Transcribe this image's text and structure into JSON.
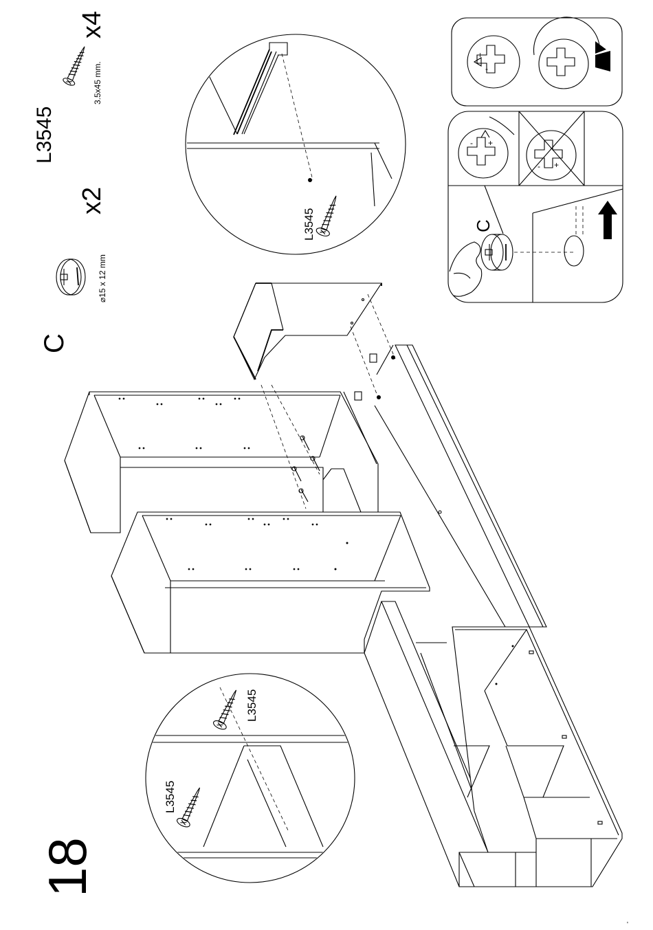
{
  "step": {
    "number": "18"
  },
  "parts": {
    "group_label": "C",
    "cam_lock": {
      "count": "x2",
      "size": "⌀15 x 12 mm",
      "icon": "cam-lock-fitting-icon"
    },
    "screw": {
      "code": "L3545",
      "count": "x4",
      "size": "3.5x45 mm.",
      "icon": "screw-icon"
    }
  },
  "detail_labels": {
    "top_circle_screw": "L3545",
    "bottom_circle_screw_a": "L3545",
    "bottom_circle_screw_b": "L3545",
    "cam_detail_letter": "C"
  },
  "icons": {
    "rotation": "cam-rotate-clockwise-icon",
    "wrong": "incorrect-orientation-cross-icon",
    "push": "push-direction-arrow-icon",
    "screwdriver": "screwdriver-tip-icon",
    "hand": "hand-icon"
  },
  "footer": {
    "mark": "'"
  }
}
